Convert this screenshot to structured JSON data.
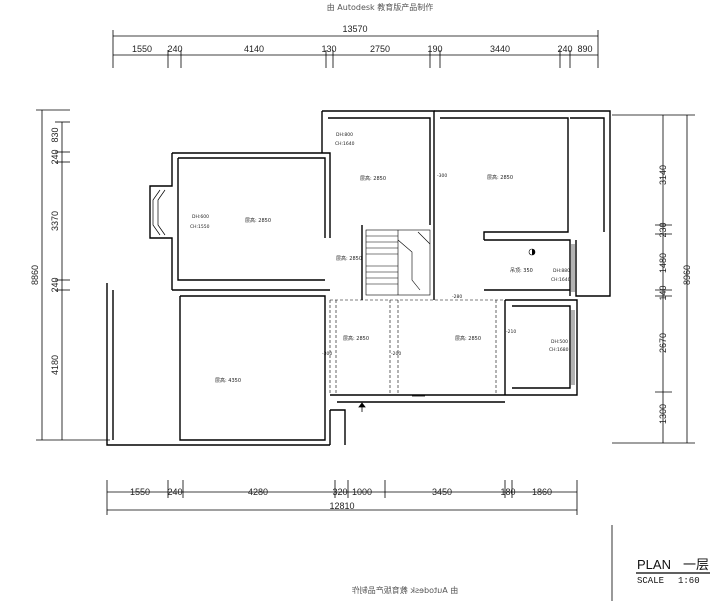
{
  "header_watermark": "由 Autodesk 教育版产品制作",
  "footer_watermark": "由 Autodesk 教育版产品制作",
  "top_dims": {
    "total": "13570",
    "segments": [
      "1550",
      "240",
      "4140",
      "130",
      "2750",
      "190",
      "3440",
      "240",
      "890"
    ]
  },
  "bottom_dims": {
    "total": "12810",
    "segments": [
      "1550",
      "240",
      "4280",
      "320",
      "1000",
      "3450",
      "180",
      "1860"
    ]
  },
  "left_dims": {
    "total": "8860",
    "segments": [
      "830",
      "240",
      "3370",
      "240",
      "4180"
    ]
  },
  "right_dims": {
    "total": "8960",
    "segments": [
      "3140",
      "230",
      "1480",
      "140",
      "2670",
      "1300"
    ]
  },
  "rooms": {
    "r_left_upper": "层高: 2850",
    "r_left_upper_win1": "DH:600",
    "r_left_upper_win2": "CH:1550",
    "r_mid_upper": "层高: 2850",
    "r_mid_upper_win1": "DH:800",
    "r_mid_upper_win2": "CH:1640",
    "r_right_upper": "层高: 2850",
    "r_right_upper_tag": "-300",
    "r_stair": "层高: 2850",
    "r_hall_right": "吊顶: 350",
    "r_hall_right_win1": "DH:880",
    "r_hall_right_win2": "CH:1640",
    "r_hall_tag": "-280",
    "r_big_left": "层高: 4350",
    "r_center_left": "层高: 2850",
    "r_center_left_tag1": "-300",
    "r_center_left_tag2": "-200",
    "r_center_right": "层高: 2850",
    "r_center_right_tag": "-210",
    "r_small_right_win1": "DH:500",
    "r_small_right_win2": "CH:1680"
  },
  "title_block": {
    "plan": "PLAN",
    "plan_cn": "一层",
    "scale": "SCALE",
    "scale_value": "1:60"
  }
}
